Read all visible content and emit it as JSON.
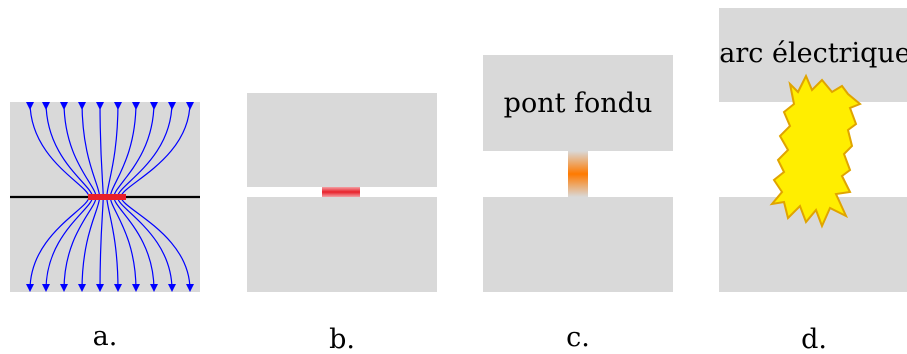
{
  "panels": [
    {
      "id": "a",
      "caption": "a.",
      "inner_label": ""
    },
    {
      "id": "b",
      "caption": "b.",
      "inner_label": ""
    },
    {
      "id": "c",
      "caption": "c.",
      "inner_label": "pont fondu"
    },
    {
      "id": "d",
      "caption": "d.",
      "inner_label": "arc électrique"
    }
  ],
  "colors": {
    "block": "#d9d9d9",
    "field_lines": "#0000ff",
    "interface_line": "#000000",
    "contact_hot": "#e8202a",
    "bridge_hot": "#ff7a00",
    "arc_fill": "#ffee00",
    "arc_stroke": "#e0a400"
  }
}
